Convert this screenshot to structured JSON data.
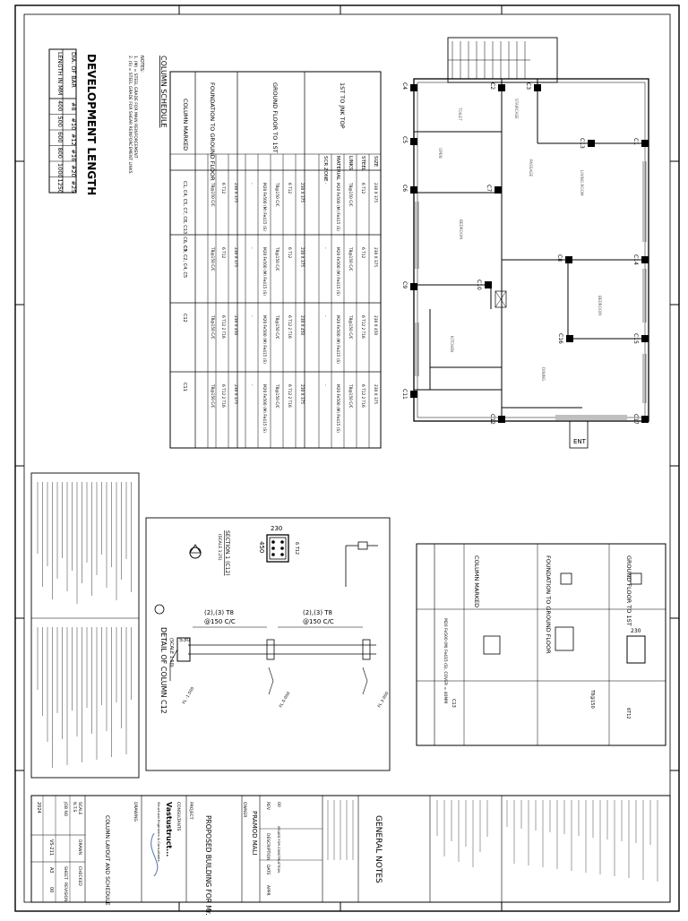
{
  "sheet": {
    "title": "DEVELOPMENT LENGTH",
    "schedule_title": "COLUMN SCHEDULE",
    "notes_label": "NOTES:",
    "note_1": "1. (M) = STEEL GRADE FOR MAIN REINFORCEMENT",
    "note_2": "2. (S) = STEEL GRADE FOR SHEAR REINFORCEMENT LINKS"
  },
  "dev_length": {
    "row1_label": "DIA. OF BAR",
    "row2_label": "LENGTH IN MM",
    "dias": [
      "#8",
      "#10",
      "#12",
      "#16",
      "#20",
      "#25"
    ],
    "lengths": [
      "400",
      "500",
      "600",
      "800",
      "1000",
      "1250"
    ]
  },
  "schedule": {
    "groups": [
      "1ST TO JNK TOP",
      "GROUND FLOOR TO 1ST",
      "FOUNDATION TO GROUND FLOOR"
    ],
    "row_labels": [
      "SIZE",
      "STEEL",
      "LINKS",
      "MATERIAL",
      "SCR ZONE"
    ],
    "column_marked_label": "COLUMN MARKED",
    "size_top": "230 X 375",
    "size_c12": "230 X 450",
    "steel_6": "6 T12",
    "steel_mix": "6 T12 2 T16",
    "links": "T8@150 C/C",
    "material": "M20 Fe500 (M) Fe415 (S)",
    "columns": [
      "C1, C4, C5, C7, C8, C13, C6, C9",
      "C3, C2, C4, C5",
      "C12",
      "C11"
    ]
  },
  "detail": {
    "title": "DETAIL OF COLUMN C12",
    "scale": "(SCALE 1:50)",
    "section_title": "SECTION 1 (C12)",
    "section_scale": "(SCALE 1:25)",
    "dim_230": "230",
    "dim_450": "450",
    "dim_530": "530",
    "steel_label": "6 T12",
    "ties_upper": "(2),(3) T8",
    "spacing_upper": "@150 C/C",
    "ties_lower": "(2),(3) T8",
    "spacing_lower": "@150 C/C",
    "lvl_1": "FL 3.000",
    "lvl_2": "FL 0.000",
    "lvl_3": "FL -1.500"
  },
  "plan": {
    "rooms": [
      "LIVING ROOM",
      "BEDROOM",
      "KITCHEN",
      "DINING",
      "BEDROOM",
      "TOILET",
      "STAIRCASE",
      "PASSAGE",
      "OPEN"
    ],
    "columns": [
      "C1",
      "C2",
      "C3",
      "C4",
      "C5",
      "C6",
      "C7",
      "C8",
      "C9",
      "C10",
      "C11",
      "C12",
      "C13",
      "C14",
      "C15",
      "C16",
      "C17"
    ],
    "entry": "ENT"
  },
  "schedule2": {
    "group_labels": [
      "GROUND FLOOR TO 1ST",
      "FOUNDATION TO GROUND FLOOR",
      "COLUMN MARKED"
    ],
    "material": "M20 Fe500 (M) Fe415 (S), COVER = 40MM",
    "links": "T8@150",
    "steel": "6T12",
    "dim_230": "230",
    "col": "C13"
  },
  "title_block": {
    "general_notes": "GENERAL NOTES",
    "owner_label": "OWNER",
    "owner": "PRAMOD MALI",
    "project_label": "PROJECT",
    "project": "PROPOSED BUILDING FOR Mr.",
    "consultant_label": "CONSULTANTS",
    "consultant": "Vastustruct...",
    "consultant_sub": "Structural Engineers & Consultants",
    "drawing_label": "DRAWING",
    "drawing": "COLUMN LAYOUT AND SCHEDULE",
    "rev_header": [
      "REV",
      "DESCRIPTION",
      "DATE",
      "APPR"
    ],
    "rev_row": [
      "00",
      "ISSUED FOR CONSTRUCTION",
      "",
      ""
    ],
    "scale_label": "SCALE",
    "scale": "N.T.S",
    "drawn_label": "DRAWN",
    "checked_label": "CHECKED",
    "job_label": "JOB NO",
    "sheet_label": "SHEET",
    "sheet": "A3",
    "rev_label": "REVISION",
    "rev": "00",
    "date": "2024",
    "dwg_no": "VS-211"
  }
}
